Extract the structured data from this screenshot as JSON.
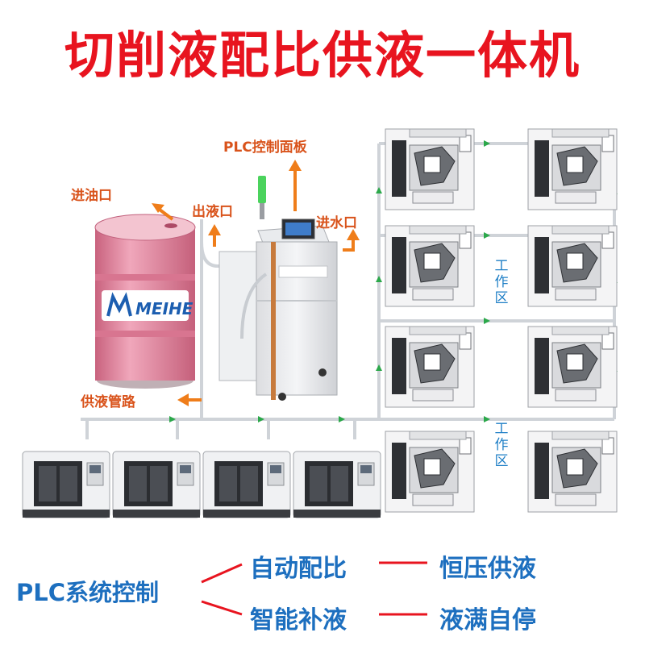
{
  "title": "切削液配比供液一体机",
  "callouts": {
    "plc_panel": "PLC控制面板",
    "oil_inlet": "进油口",
    "liquid_outlet": "出液口",
    "water_inlet": "进水口",
    "supply_pipe": "供液管路"
  },
  "barrel_brand": "MEIHE",
  "work_zone_labels": [
    "工作区",
    "工作区"
  ],
  "features": {
    "root": "PLC系统控制",
    "branches": [
      {
        "left": "自动配比",
        "right": "恒压供液"
      },
      {
        "left": "智能补液",
        "right": "液满自停"
      }
    ]
  },
  "colors": {
    "title": "#e8141f",
    "callout": "#d9531b",
    "feature_text": "#1d6fbf",
    "connector": "#e8141f",
    "barrel": "#e5849e",
    "zone_text": "#1f7fc6"
  }
}
